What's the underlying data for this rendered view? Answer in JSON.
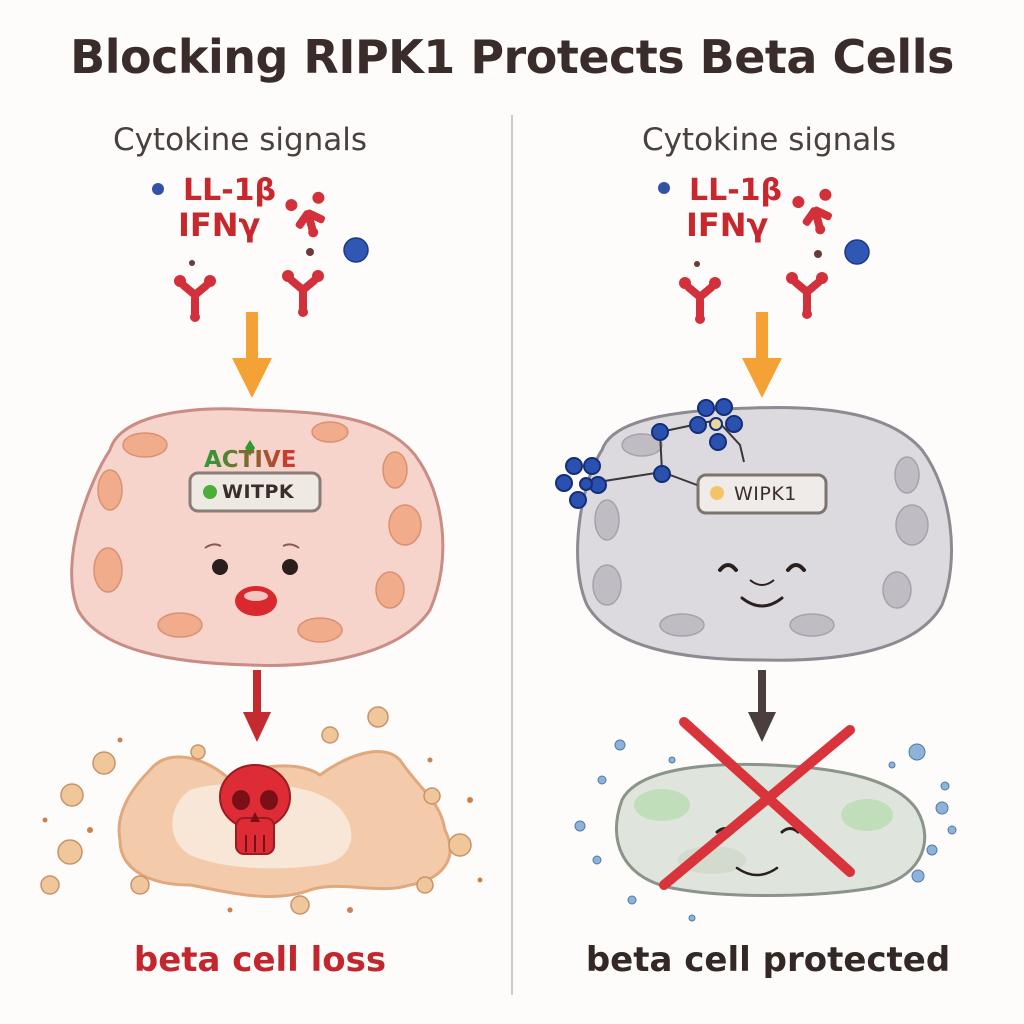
{
  "title": "Blocking RIPK1 Protects Beta Cells",
  "left": {
    "heading": "Cytokine signals",
    "cytokine_1": "LL-1β",
    "cytokine_2": "IFNγ",
    "state_label": "ACTIVE",
    "chip_label": "WITPK",
    "outcome": "beta cell loss"
  },
  "right": {
    "heading": "Cytokine signals",
    "cytokine_1": "LL-1β",
    "cytokine_2": "IFNγ",
    "chip_label": "WIPK1",
    "outcome": "beta cell protected"
  },
  "colors": {
    "cytokine_red": "#d2303a",
    "arrow_orange": "#f4a236",
    "arrow_red": "#c42b30",
    "arrow_dark": "#4a3f3c",
    "inhibitor_blue": "#2c4fa8",
    "stressed_cell": "#f6d4cc",
    "protected_cell": "#dcd9df"
  }
}
